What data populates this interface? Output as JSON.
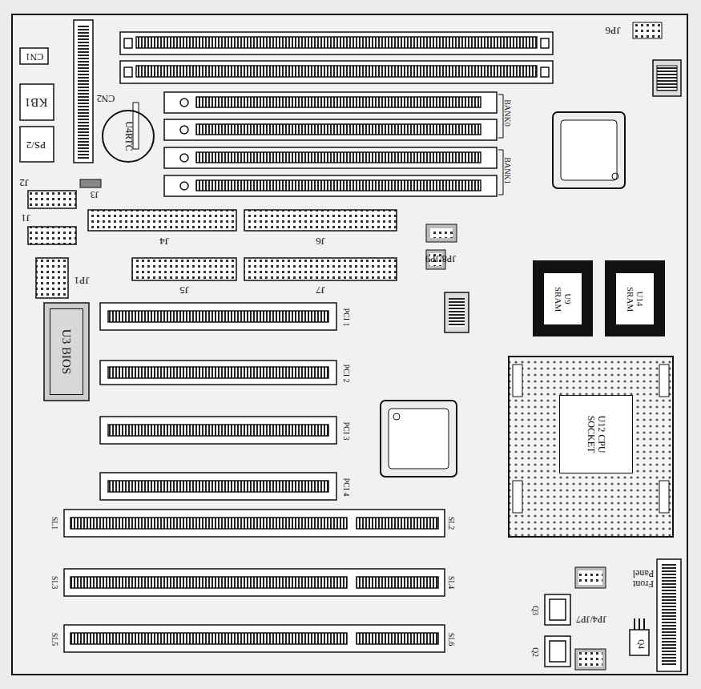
{
  "diagram": {
    "nodes": [
      {
        "text": [
          "U4RTC"
        ]
      },
      {
        "text": [
          "U9 SRAM"
        ]
      },
      {
        "text": [
          "U14 SRAM"
        ]
      },
      {
        "text": [
          "U3 BIOS"
        ]
      },
      {
        "text": [
          "U12 CPU SOCKET"
        ]
      }
    ],
    "labels": [
      "JP6",
      "CN1",
      "KB1",
      "CN2",
      "PS/2",
      "BANK0",
      "BANK1",
      "J2",
      "J3",
      "J1",
      "J4",
      "J6",
      "JP8/JP9",
      "JP1",
      "J5",
      "J7",
      "PCI 1",
      "PCI 2",
      "PCI 3",
      "PCI 4",
      "SL1",
      "SL2",
      "SL3",
      "SL4",
      "SL5",
      "SL6",
      "Front Panel",
      "JP4/JP7",
      "Q3",
      "Q2",
      "Q4"
    ]
  }
}
